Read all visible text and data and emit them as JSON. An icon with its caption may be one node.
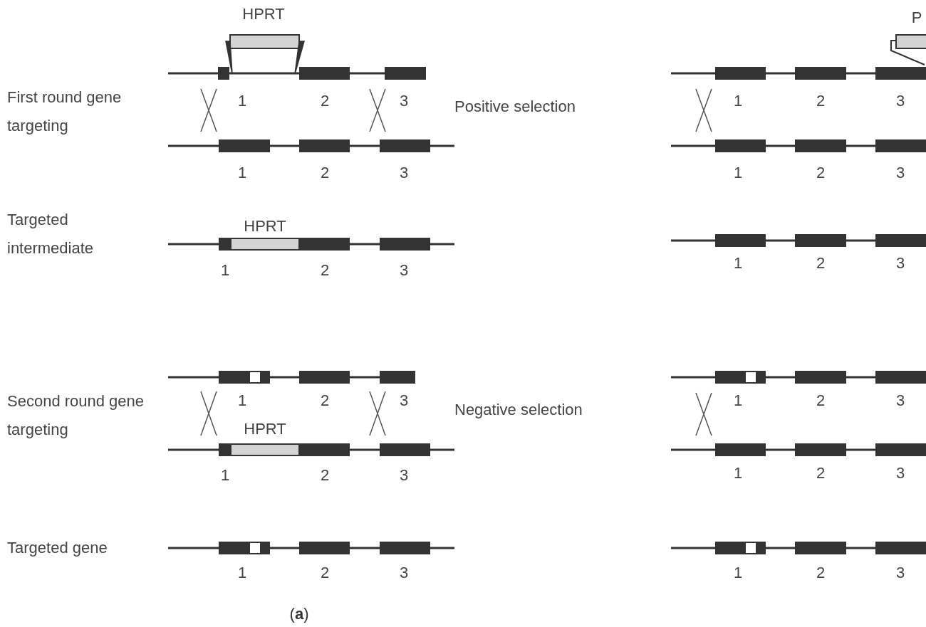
{
  "diagram": {
    "caption": "(**a**)",
    "labels": [
      "HPRT",
      "P",
      "First round gene targeting",
      "1",
      "2",
      "3",
      "Positive selection",
      "1",
      "2",
      "3",
      "1",
      "2",
      "3",
      "1",
      "2",
      "3",
      "Targeted intermediate",
      "HPRT",
      "1",
      "2",
      "3",
      "1",
      "2",
      "3",
      "Second round gene targeting",
      "1",
      "2",
      "3",
      "Negative selection",
      "1",
      "2",
      "3",
      "HPRT",
      "1",
      "2",
      "3",
      "1",
      "2",
      "3",
      "Targeted gene",
      "1",
      "2",
      "3",
      "1",
      "2",
      "3"
    ]
  }
}
